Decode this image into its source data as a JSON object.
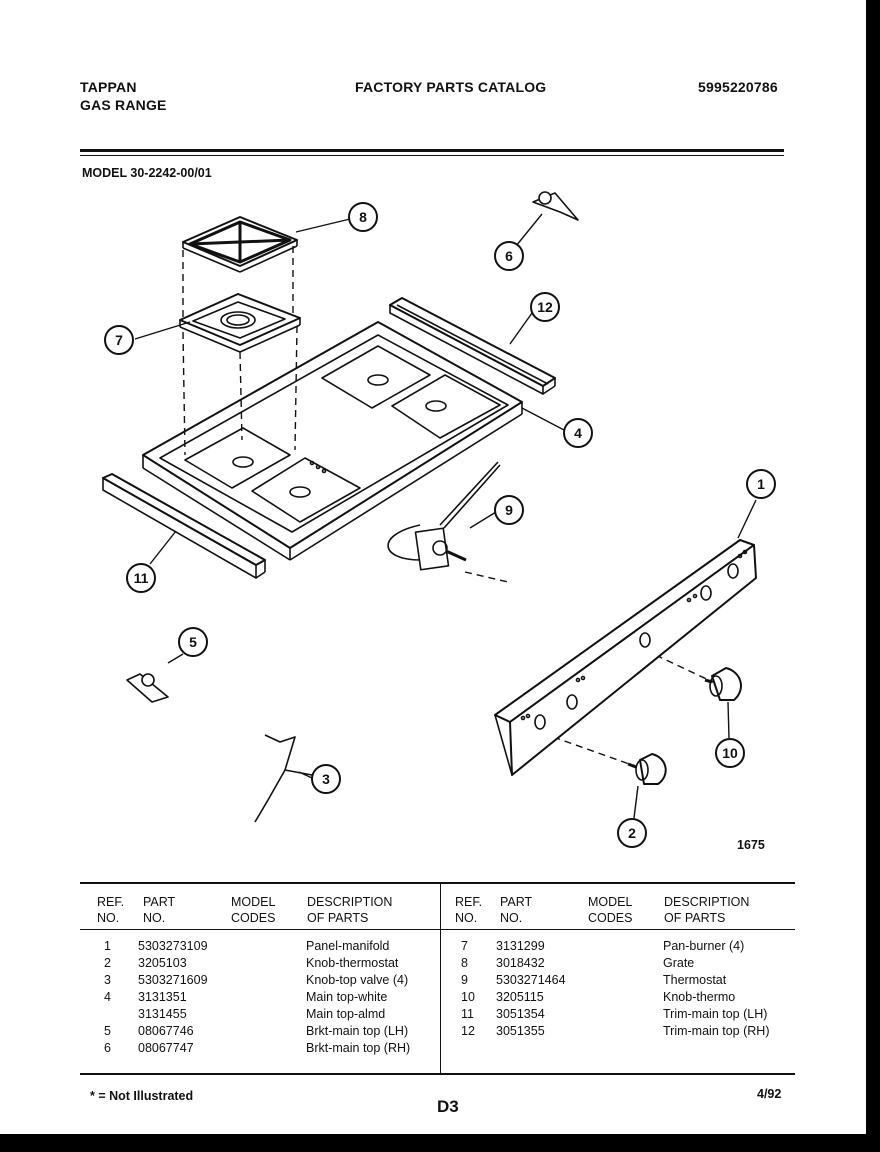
{
  "header": {
    "brand": "TAPPAN",
    "product": "GAS RANGE",
    "catalog_title": "FACTORY PARTS CATALOG",
    "catalog_number": "5995220786"
  },
  "model": "MODEL 30-2242-00/01",
  "figure_number": "1675",
  "callouts": [
    "1",
    "2",
    "3",
    "4",
    "5",
    "6",
    "7",
    "8",
    "9",
    "10",
    "11",
    "12"
  ],
  "table": {
    "headers": {
      "ref_line1": "REF.",
      "ref_line2": "NO.",
      "part_line1": "PART",
      "part_line2": "NO.",
      "model_line1": "MODEL",
      "model_line2": "CODES",
      "desc_line1": "DESCRIPTION",
      "desc_line2": "OF PARTS"
    },
    "left_rows": [
      {
        "ref": "1",
        "part": "5303273109",
        "desc": "Panel-manifold"
      },
      {
        "ref": "2",
        "part": "3205103",
        "desc": "Knob-thermostat"
      },
      {
        "ref": "3",
        "part": "5303271609",
        "desc": "Knob-top valve (4)"
      },
      {
        "ref": "4",
        "part": "3131351",
        "desc": "Main top-white"
      },
      {
        "ref": "",
        "part": "3131455",
        "desc": "Main top-almd"
      },
      {
        "ref": "5",
        "part": "08067746",
        "desc": "Brkt-main top (LH)"
      },
      {
        "ref": "6",
        "part": "08067747",
        "desc": "Brkt-main top (RH)"
      }
    ],
    "right_rows": [
      {
        "ref": "7",
        "part": "3131299",
        "desc": "Pan-burner (4)"
      },
      {
        "ref": "8",
        "part": "3018432",
        "desc": "Grate"
      },
      {
        "ref": "9",
        "part": "5303271464",
        "desc": "Thermostat"
      },
      {
        "ref": "10",
        "part": "3205115",
        "desc": "Knob-thermo"
      },
      {
        "ref": "11",
        "part": "3051354",
        "desc": "Trim-main top (LH)"
      },
      {
        "ref": "12",
        "part": "3051355",
        "desc": "Trim-main top (RH)"
      }
    ]
  },
  "footer": {
    "note": "* = Not Illustrated",
    "page": "D3",
    "date": "4/92"
  }
}
